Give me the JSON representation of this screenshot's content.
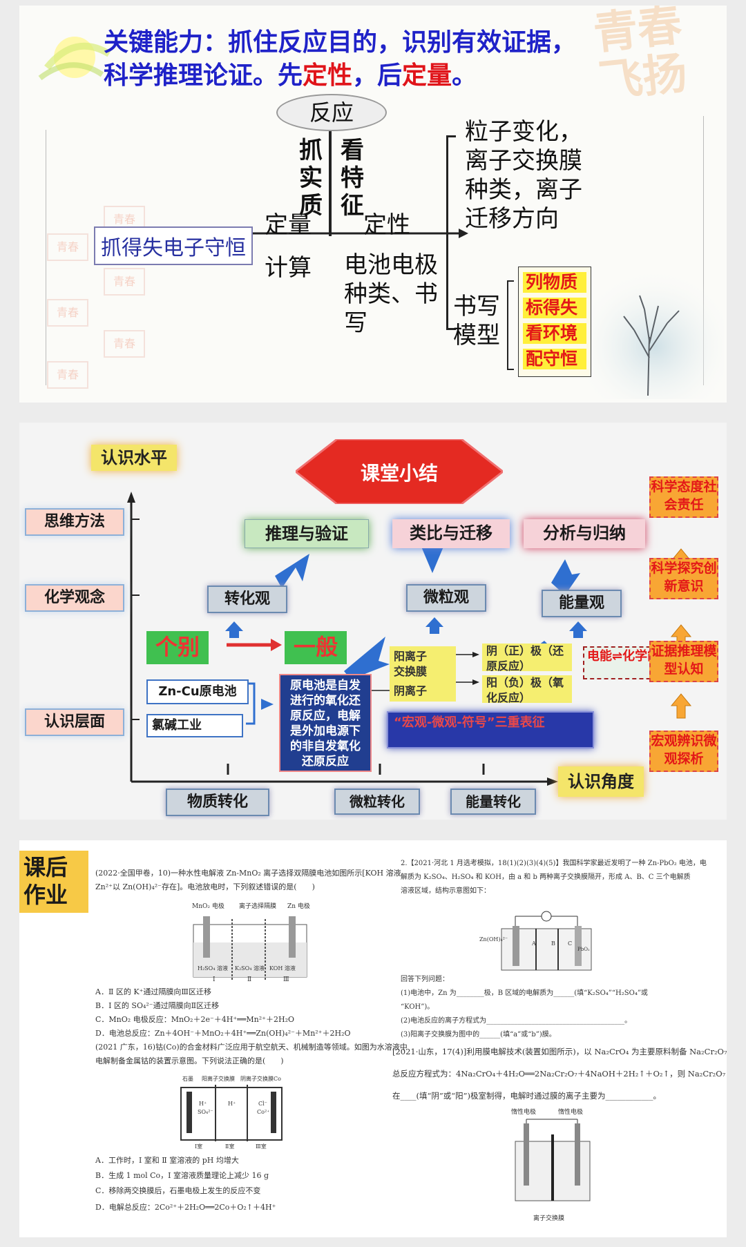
{
  "panel1": {
    "title_line1": "关键能力：抓住反应目的，识别有效证据，",
    "title_line2_a": "科学推理论证。先",
    "title_line2_b": "定性",
    "title_line2_c": "，后",
    "title_line2_d": "定量",
    "title_line2_e": "。",
    "oval": "反应",
    "left_vertical": "抓实质",
    "right_vertical": "看特征",
    "quant": "定量",
    "qual": "定性",
    "calc": "计算",
    "conserve": "抓得失电子守恒",
    "particle": [
      "粒子变化，",
      "离子交换膜",
      "种类，离子",
      "迁移方向"
    ],
    "electrode": [
      "电池电极",
      "种类、书",
      "写"
    ],
    "model": [
      "书写",
      "模型"
    ],
    "steps": [
      "列物质",
      "标得失",
      "看环境",
      "配守恒"
    ]
  },
  "panel2": {
    "level_title": "认识水平",
    "levels": [
      "思维方法",
      "化学观念",
      "认识层面"
    ],
    "summary": "课堂小结",
    "methods": [
      "推理与验证",
      "类比与迁移",
      "分析与归纳"
    ],
    "views": [
      "转化观",
      "微粒观",
      "能量观"
    ],
    "particular": "个别",
    "general": "一般",
    "cases": [
      "Zn-Cu原电池",
      "氯碱工业"
    ],
    "concept": "原电池是自发进行的氧化还原反应，电解是外加电源下的非自发氧化还原反应",
    "membrane": [
      "阳离子",
      "交换膜",
      "阴离子"
    ],
    "electrodes": [
      "阴（正）极（还原反应）",
      "阳（负）极（氧化反应）"
    ],
    "energy": "电能⇌化学能",
    "triple": "“宏观-微观-符号”三重表征",
    "competencies": [
      "科学态度社会责任",
      "科学探究创新意识",
      "证据推理模型认知",
      "宏观辨识微观探析"
    ],
    "angle": "认识角度",
    "axis": [
      "物质转化",
      "微粒转化",
      "能量转化"
    ]
  },
  "panel3": {
    "homework": "课后作业",
    "left_q1": "(2022·全国甲卷，10)一种水性电解液 Zn-MnO₂ 离子选择双隔膜电池如图所示[KOH 溶液",
    "left_q1b": "Zn²⁺以 Zn(OH)₄²⁻存在]。电池放电时，下列叙述错误的是(　　)",
    "fig1_labels": [
      "MnO₂ 电极",
      "离子选择隔膜",
      "Zn 电极",
      "H₂SO₄ 溶液",
      "K₂SO₄ 溶液",
      "KOH 溶液",
      "Ⅰ",
      "Ⅱ",
      "Ⅲ"
    ],
    "left_opts": [
      "A．Ⅱ 区的 K⁺通过隔膜向Ⅲ区迁移",
      "B．Ⅰ 区的 SO₄²⁻通过隔膜向Ⅱ区迁移",
      "C．MnO₂ 电极反应：MnO₂＋2e⁻＋4H⁺══Mn²⁺＋2H₂O",
      "D．电池总反应：Zn＋4OH⁻＋MnO₂＋4H⁺══Zn(OH)₄²⁻＋Mn²⁺＋2H₂O"
    ],
    "left_q2": "(2021 广东，16)钴(Co)的合金材料广泛应用于航空航天、机械制造等领域。如图为水溶液中",
    "left_q2b": "电解制备金属钴的装置示意图。下列说法正确的是(　　)",
    "fig2_labels": [
      "石墨",
      "阳离子交换膜",
      "阴离子交换膜",
      "Co",
      "H⁺",
      "SO₄²⁻",
      "H⁺",
      "Cl⁻",
      "Co²⁺",
      "Ⅰ室",
      "Ⅱ室",
      "Ⅲ室"
    ],
    "left_opts2": [
      "A．工作时，Ⅰ 室和 Ⅱ 室溶液的 pH 均增大",
      "B．生成 1 mol Co，Ⅰ 室溶液质量理论上减少 16 g",
      "C．移除两交换膜后，石墨电极上发生的反应不变",
      "D．电解总反应：2Co²⁺＋2H₂O══2Co＋O₂↑＋4H⁺"
    ],
    "right_q1": "2.【2021·河北 1 月选考模拟，18(1)(2)(3)(4)(5)】我国科学家最近发明了一种 Zn-PbO₂ 电池，电",
    "right_q1b": "解质为 K₂SO₄、H₂SO₄ 和 KOH，由 a 和 b 两种离子交换膜隔开，形成 A、B、C 三个电解质",
    "right_q1c": "溶液区域，结构示意图如下：",
    "fig3_labels": [
      "Zn(OH)₄²⁻",
      "A",
      "B",
      "C",
      "PbO₂"
    ],
    "right_sub": [
      "回答下列问题：",
      "(1)电池中，Zn 为________极，B 区域的电解质为______(填“K₂SO₄”“H₂SO₄”或",
      "“KOH”)。",
      "(2)电池反应的离子方程式为________________________________________。",
      "(3)阳离子交换膜为图中的______(填“a”或“b”)膜。"
    ],
    "right_q2": "[2021·山东，17(4)]利用膜电解技术(装置如图所示)，以 Na₂CrO₄ 为主要原料制备 Na₂Cr₂O₇ 的",
    "right_q2b": "总反应方程式为：4Na₂CrO₄＋4H₂O══2Na₂Cr₂O₇＋4NaOH＋2H₂↑＋O₂↑，则 Na₂Cr₂O₇",
    "right_q2c": "在____(填“阴”或“阳”)极室制得，电解时通过膜的离子主要为____________。",
    "fig4_labels": [
      "惰性电极",
      "惰性电极",
      "离子交换膜"
    ]
  }
}
